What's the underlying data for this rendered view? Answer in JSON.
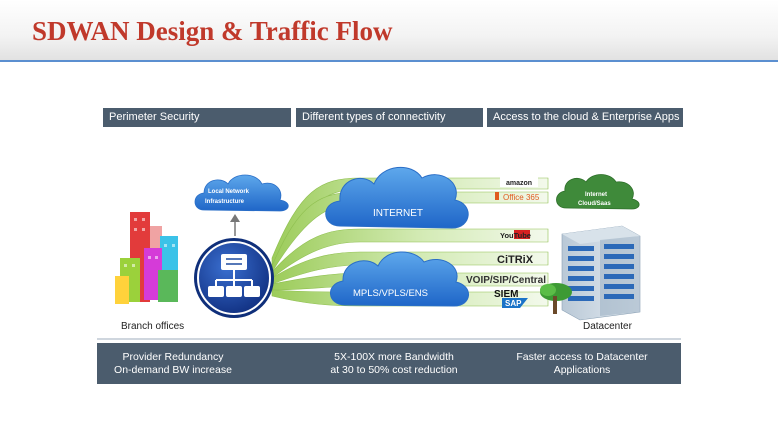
{
  "title": "SDWAN Design & Traffic Flow",
  "headers": [
    "Perimeter Security",
    "Different types of connectivity",
    "Access to the cloud & Enterprise Apps"
  ],
  "clouds": {
    "local": [
      "Local Network",
      "Infrastructure"
    ],
    "internet": "INTERNET",
    "mpls": "MPLS/VPLS/ENS",
    "internet_cloud": [
      "Internet",
      "Cloud/Saas"
    ]
  },
  "apps": {
    "amazon": "amazon",
    "office": "Office 365",
    "youtube": "YouTube",
    "citrix": "CiTRiX",
    "voip": "VOIP/SIP/Central",
    "siem": "SIEM",
    "sap": "SAP"
  },
  "labels": {
    "branch": "Branch offices",
    "datacenter": "Datacenter"
  },
  "bottom": [
    [
      "Provider Redundancy",
      "On-demand BW increase"
    ],
    [
      "5X-100X more Bandwidth",
      "at 30 to 50% cost reduction"
    ],
    [
      "Faster access to Datacenter",
      "Applications"
    ]
  ]
}
